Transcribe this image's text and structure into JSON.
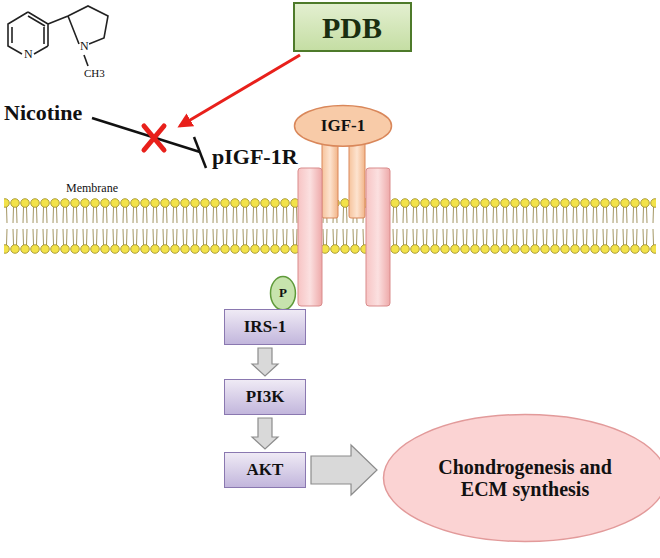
{
  "diagram": {
    "nodes": [
      {
        "text": [
          "PDB"
        ]
      },
      {
        "text": [
          "IGF-1"
        ]
      },
      {
        "text": [
          "P"
        ]
      },
      {
        "text": [
          "IRS-1"
        ]
      },
      {
        "text": [
          "PI3K"
        ]
      },
      {
        "text": [
          "AKT"
        ]
      },
      {
        "text": [
          "Chondrogenesis and ECM synthesis"
        ]
      }
    ],
    "edges": [
      {
        "from": 3,
        "to": 4,
        "arrow": "to"
      },
      {
        "from": 4,
        "to": 5,
        "arrow": "to"
      },
      {
        "from": 5,
        "to": 6,
        "arrow": "to"
      }
    ],
    "labels": [
      "Nicotine",
      "N",
      "N",
      "CH3",
      "pIGF-1R",
      "Membrane"
    ]
  }
}
